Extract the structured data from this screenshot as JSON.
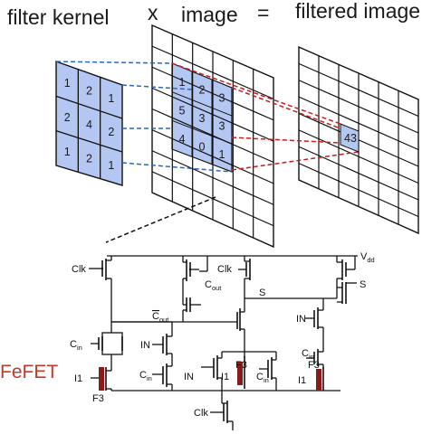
{
  "headers": {
    "filter_kernel": "filter kernel",
    "times": "x",
    "image": "image",
    "equals": "=",
    "filtered_image": "filtered image"
  },
  "kernel_values": [
    "1",
    "2",
    "1",
    "2",
    "4",
    "2",
    "1",
    "2",
    "1"
  ],
  "image_patch_values": [
    "1",
    "2",
    "3",
    "5",
    "3",
    "3",
    "4",
    "0",
    "1"
  ],
  "output_value": "43",
  "circuit_labels": {
    "clk": "Clk",
    "c": "C",
    "sub_in": "in",
    "sub_out": "out",
    "sub_dd": "dd",
    "in_label": "IN",
    "s": "S",
    "v": "V",
    "i1": "I1",
    "f3": "F3"
  },
  "fefet_label": "FeFET",
  "colors": {
    "kernel_fill": "#b4c6f2",
    "patch_fill": "#b4c6f2",
    "blue_dash": "#2a66c8",
    "red_dash": "#c81e1e",
    "fefet_red": "#c0392b",
    "fefet_gate": "#8b1a1a"
  }
}
